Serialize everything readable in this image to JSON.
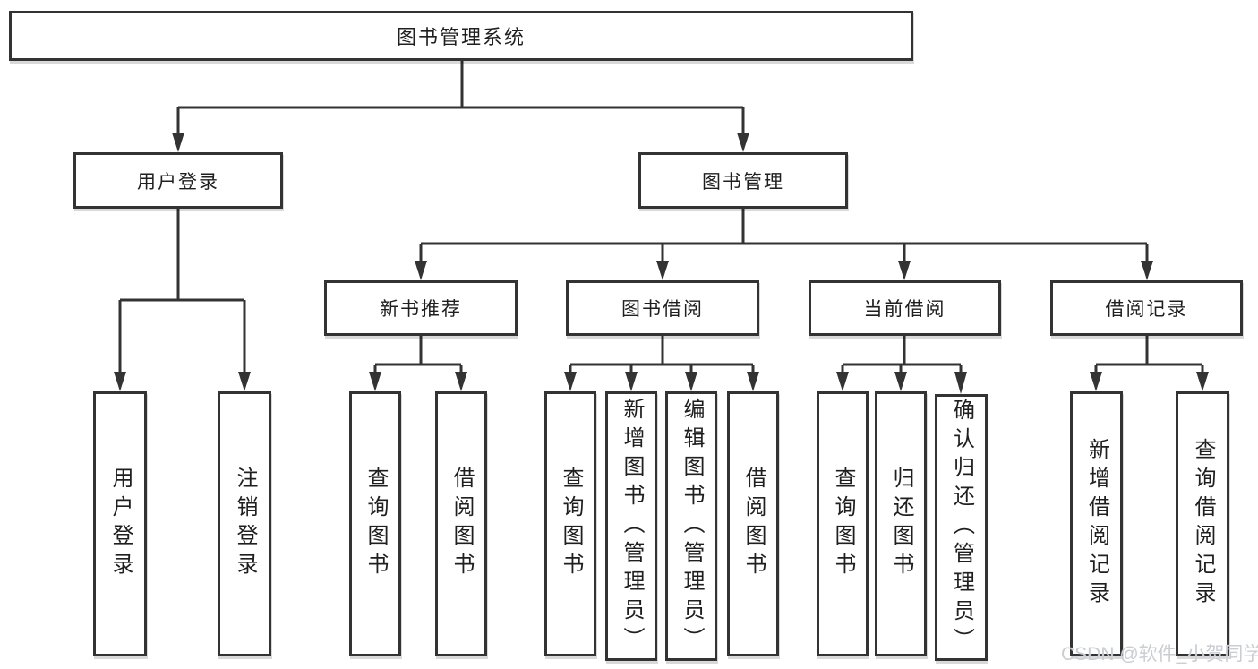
{
  "nodes": {
    "root": "图书管理系统",
    "user_login": "用户登录",
    "book_management": "图书管理",
    "new_book_recommend": "新书推荐",
    "book_borrow": "图书借阅",
    "current_borrow": "当前借阅",
    "borrow_records": "借阅记录",
    "leaf_user_login": "用户登录",
    "leaf_logout": "注销登录",
    "leaf_nb_query_books": "查询图书",
    "leaf_nb_borrow_books": "借阅图书",
    "leaf_bw_query_books": "查询图书",
    "leaf_bw_add_book_admin": "新增图书（管理员）",
    "leaf_bw_edit_book_admin": "编辑图书（管理员）",
    "leaf_bw_borrow_books": "借阅图书",
    "leaf_cur_query_books": "查询图书",
    "leaf_cur_return_books": "归还图书",
    "leaf_cur_confirm_return_admin": "确认归还（管理员）",
    "leaf_rec_add_record": "新增借阅记录",
    "leaf_rec_query_record": "查询借阅记录"
  },
  "watermark": "CSDN @软件_小贺同学",
  "colors": {
    "line": "#333333",
    "border": "#333333",
    "text": "#1f1f1f",
    "watermark": "#c9ced3",
    "background": "#ffffff"
  }
}
